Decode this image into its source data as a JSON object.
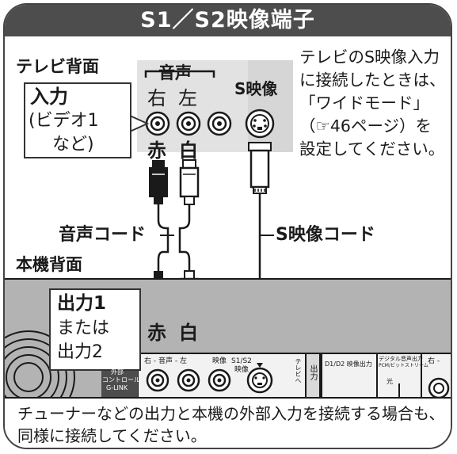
{
  "title": "S1／S2映像端子",
  "tv": {
    "heading": "テレビ背面",
    "input_label": "入力",
    "input_sub1": "(ビデオ1",
    "input_sub2": "など)",
    "audio_header": "音声",
    "right": "右",
    "left": "左",
    "svideo": "S映像",
    "red": "赤",
    "white": "白"
  },
  "note_right": "テレビのS映像入力に接続したときは、「ワイドモード」（☞46ページ）を設定してください。",
  "cords": {
    "audio": "音声コード",
    "svideo": "S映像コード"
  },
  "unit": {
    "heading": "本機背面",
    "out1": "出力1",
    "or": "または",
    "out2": "出力2",
    "red": "赤",
    "white": "白",
    "panel_audio": "右 - 音声 - 左",
    "panel_video": "映像",
    "panel_s": "S1/S2",
    "panel_s2": "映像",
    "panel_tv": "テレビへ",
    "panel_out": "出力",
    "external1": "外部",
    "external2": "コントロール",
    "external3": "G-LINK",
    "d_out": "D1/D2 映像出力",
    "digital1": "デジタル音声出力",
    "digital2": "PCM/ビットストリーム",
    "optical": "光",
    "right_partial": "右 -"
  },
  "bottom_note": "チューナーなどの出力と本機の外部入力を接続する場合も、同様に接続してください。",
  "colors": {
    "title_bg": "#4d4d4d",
    "tv_panel": "#d9d9d9",
    "unit_panel": "#b3b3b3",
    "plug_red": "#1a1a1a",
    "plug_white": "#ffffff"
  }
}
